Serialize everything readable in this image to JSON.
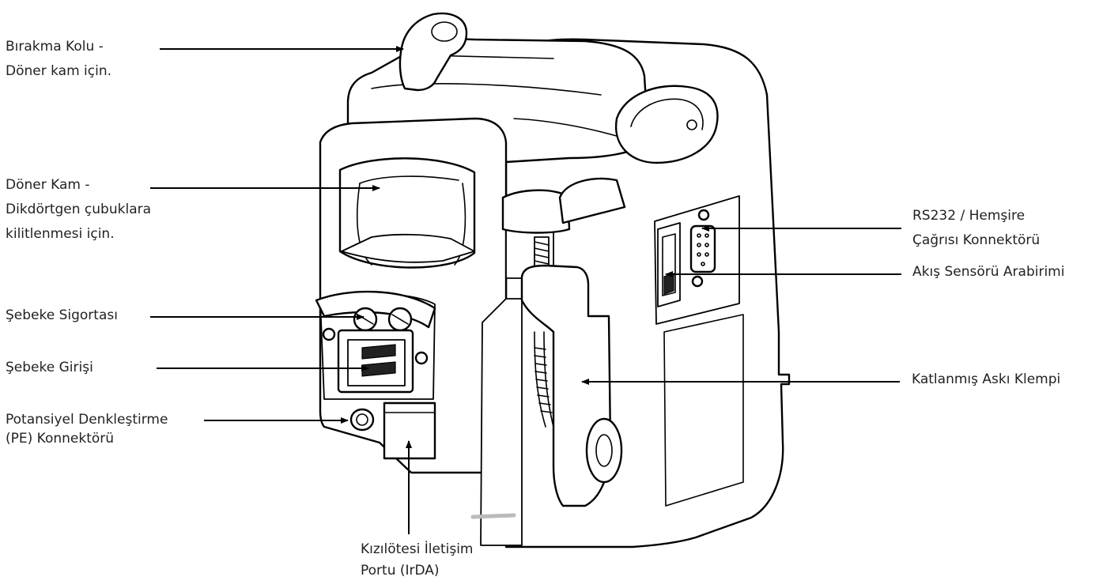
{
  "labels": {
    "release_lever": {
      "line1": "Bırakma Kolu -",
      "line2": "Döner kam için."
    },
    "rotating_cam": {
      "line1": "Döner Kam -",
      "line2": "Dikdörtgen çubuklara",
      "line3": "kilitlenmesi için."
    },
    "mains_fuse": {
      "line1": "Şebeke Sigortası"
    },
    "mains_inlet": {
      "line1": "Şebeke Girişi"
    },
    "pe_connector": {
      "line1": "Potansiyel Denkleştirme",
      "line2": "(PE) Konnektörü"
    },
    "rs232": {
      "line1": "RS232 / Hemşire",
      "line2": "Çağrısı Konnektörü"
    },
    "flow_sensor": {
      "line1": "Akış Sensörü Arabirimi"
    },
    "pole_clamp": {
      "line1": "Katlanmış Askı Klempi"
    },
    "irda": {
      "line1": "Kızılötesi İletişim",
      "line2": "Portu (IrDA)"
    }
  }
}
